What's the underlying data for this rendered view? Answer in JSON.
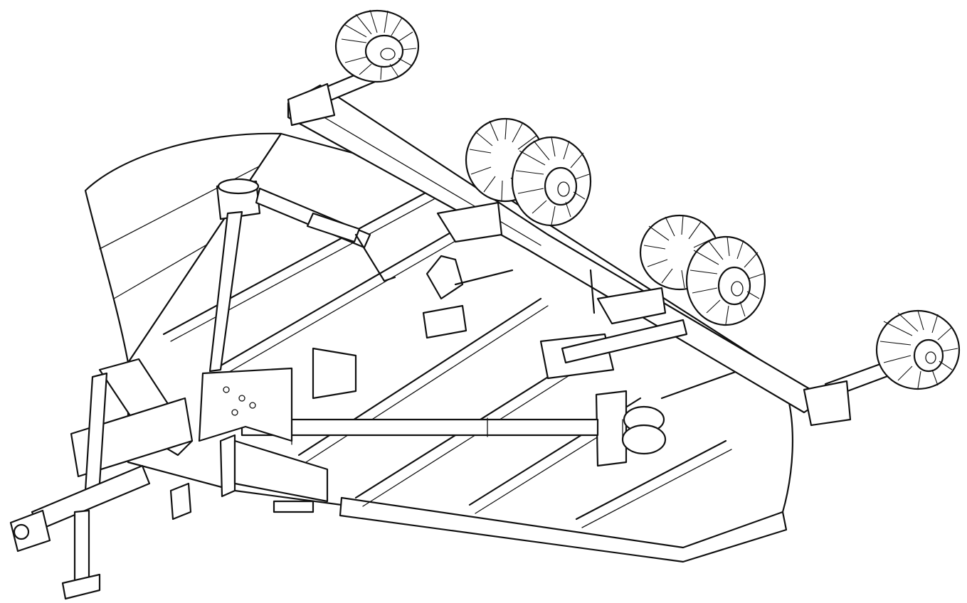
{
  "figure": {
    "style": "black-and-white isometric line drawing",
    "background": "#ffffff",
    "line_color": "#111111"
  },
  "components": [
    {
      "id": "deck",
      "icon": "mower-deck-shape"
    },
    {
      "id": "left-wing",
      "icon": "curved-wing-shape"
    },
    {
      "id": "rear-axle",
      "icon": "axle-beam"
    },
    {
      "id": "tires",
      "count": 6,
      "icon": "treaded-tire"
    },
    {
      "id": "hitch",
      "icon": "tow-hitch"
    },
    {
      "id": "jack-stand",
      "icon": "jack-stand"
    },
    {
      "id": "gearbox",
      "count": 2,
      "icon": "gearbox"
    },
    {
      "id": "hydraulic-cylinders",
      "count": 2,
      "icon": "hydraulic-cylinder"
    },
    {
      "id": "drive-shaft",
      "icon": "drive-shaft"
    }
  ]
}
